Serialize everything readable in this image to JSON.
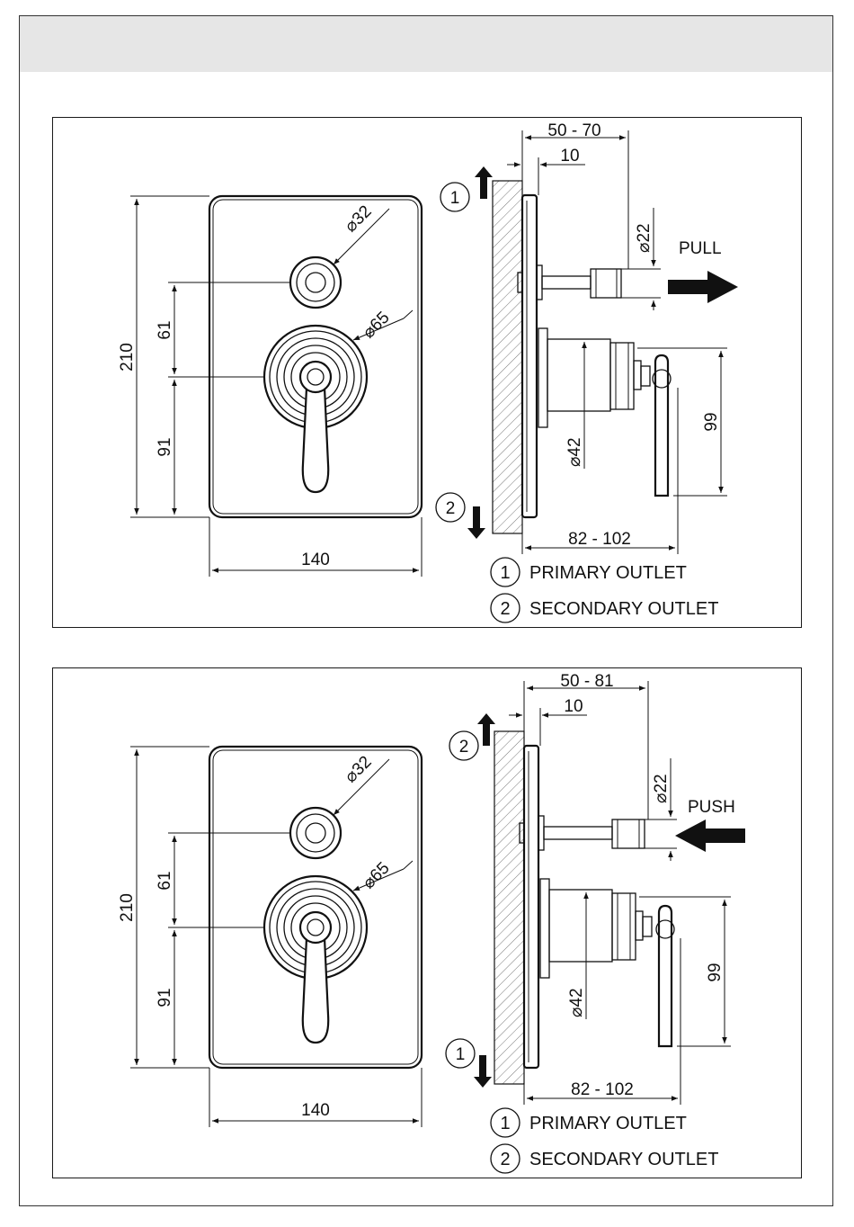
{
  "panels": [
    {
      "front": {
        "height": "210",
        "width": "140",
        "upper": "61",
        "lower": "91",
        "dia_small": "32",
        "dia_large": "65"
      },
      "side": {
        "depth_range": "50 - 70",
        "plate": "10",
        "dia_pin": "22",
        "dia_body": "42",
        "handle_height": "99",
        "reach_range": "82 - 102",
        "action": "PULL",
        "top_marker": "1",
        "bottom_marker": "2"
      },
      "legend": [
        {
          "num": "1",
          "label": "PRIMARY OUTLET"
        },
        {
          "num": "2",
          "label": "SECONDARY OUTLET"
        }
      ]
    },
    {
      "front": {
        "height": "210",
        "width": "140",
        "upper": "61",
        "lower": "91",
        "dia_small": "32",
        "dia_large": "65"
      },
      "side": {
        "depth_range": "50 - 81",
        "plate": "10",
        "dia_pin": "22",
        "dia_body": "42",
        "handle_height": "99",
        "reach_range": "82 - 102",
        "action": "PUSH",
        "top_marker": "2",
        "bottom_marker": "1"
      },
      "legend": [
        {
          "num": "1",
          "label": "PRIMARY OUTLET"
        },
        {
          "num": "2",
          "label": "SECONDARY OUTLET"
        }
      ]
    }
  ]
}
